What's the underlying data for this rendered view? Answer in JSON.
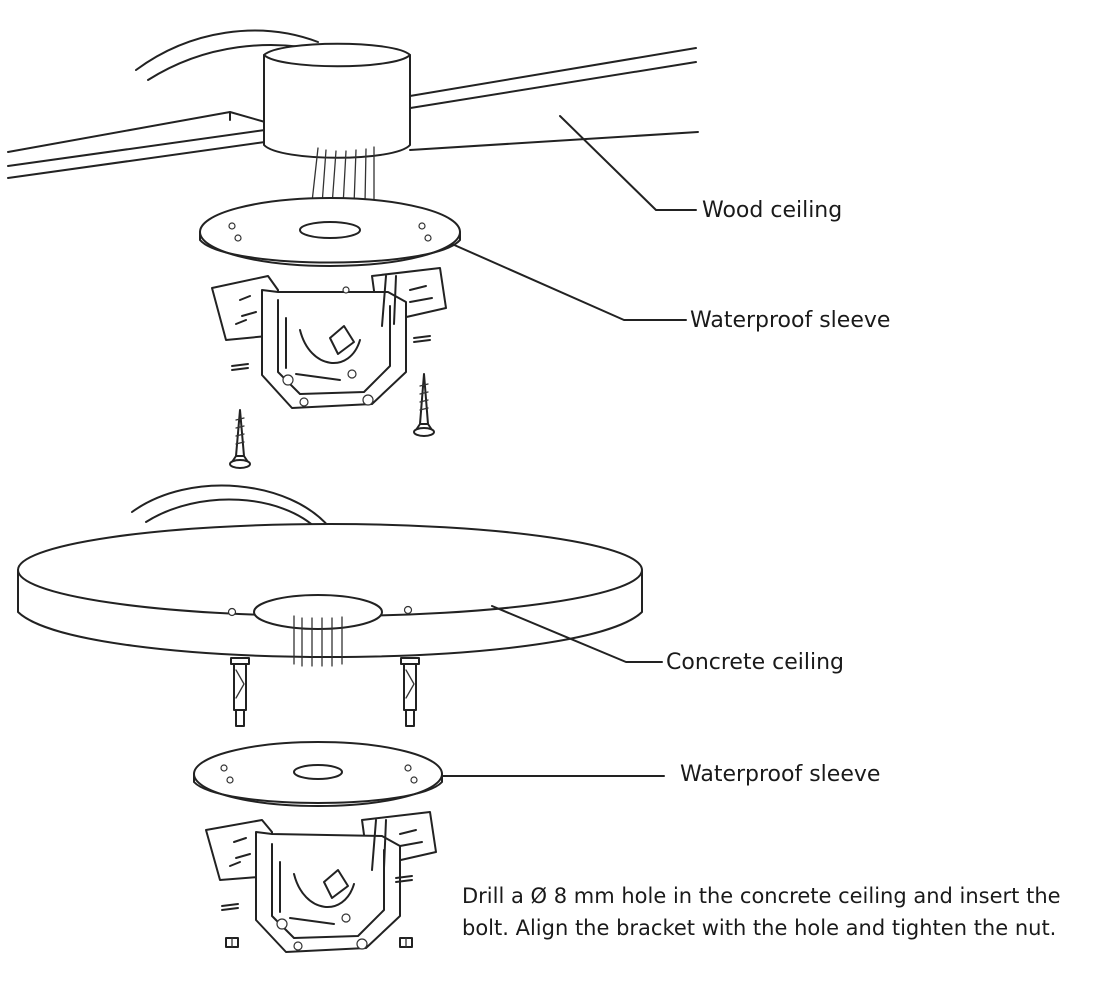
{
  "labels": {
    "wood_ceiling": "Wood ceiling",
    "waterproof_sleeve_top": "Waterproof sleeve",
    "concrete_ceiling": "Concrete ceiling",
    "waterproof_sleeve_bottom": "Waterproof sleeve"
  },
  "instruction": "Drill a Ø 8 mm hole in the concrete ceiling and insert the bolt. Align the bracket with the hole and tighten the nut."
}
